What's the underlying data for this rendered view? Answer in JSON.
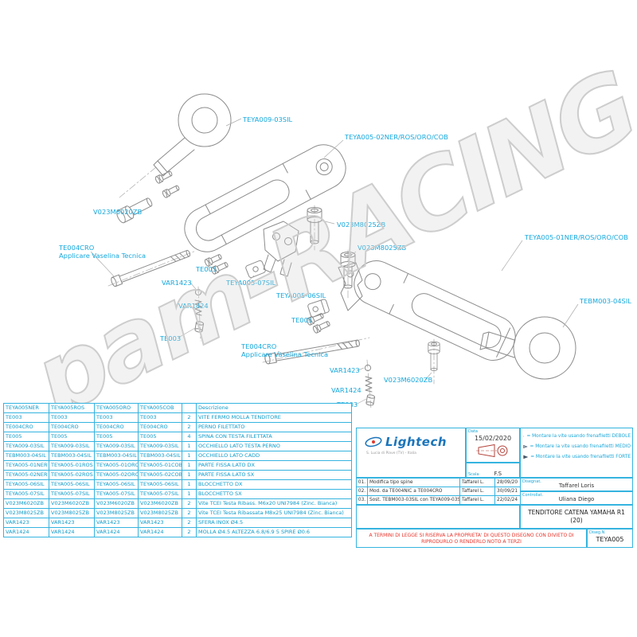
{
  "watermark": "pam-RACING",
  "colors": {
    "accent_cyan": "#1ba7d8",
    "table_border_cyan": "#35b4e0",
    "alert_red": "#e8332a",
    "drawing_gray": "#8c8c8c",
    "watermark_gray": "#cdcdcd",
    "logo_blue": "#1b75bb"
  },
  "diagram": {
    "labels": [
      "TEYA009-03SIL",
      "TEYA005-02NER/ROS/ORO/COB",
      "V023M6020ZB",
      "V023M8025ZB",
      "TE004CRO",
      "Applicare Vaselina Tecnica",
      "TE005",
      "TEYA005-07SIL",
      "VAR1423",
      "VAR1424",
      "TE003",
      "TEYA005-06SIL",
      "TE005",
      "V023M8025ZB",
      "TEYA005-01NER/ROS/ORO/COB",
      "TEBM003-04SIL",
      "TE004CRO",
      "Applicare Vaselina Tecnica",
      "VAR1423",
      "V023M6020ZB",
      "VAR1424",
      "TE003"
    ]
  },
  "parts_table": {
    "headers": [
      "TEYA005NER",
      "TEYA005ROS",
      "TEYA005ORO",
      "TEYA005COB",
      "",
      "Descrizione"
    ],
    "rows": [
      [
        "TE003",
        "TE003",
        "TE003",
        "TE003",
        "2",
        "VITE FERMO MOLLA TENDITORE"
      ],
      [
        "TE004CRO",
        "TE004CRO",
        "TE004CRO",
        "TE004CRO",
        "2",
        "PERNO FILETTATO"
      ],
      [
        "TE005",
        "TE005",
        "TE005",
        "TE005",
        "4",
        "SPINA CON TESTA FILETTATA"
      ],
      [
        "TEYA009-03SIL",
        "TEYA009-03SIL",
        "TEYA009-03SIL",
        "TEYA009-03SIL",
        "1",
        "OCCHIELLO LATO TESTA PERNO"
      ],
      [
        "TEBM003-04SIL",
        "TEBM003-04SIL",
        "TEBM003-04SIL",
        "TEBM003-04SIL",
        "1",
        "OCCHIELLO LATO CADD"
      ],
      [
        "TEYA005-01NER",
        "TEYA005-01ROS",
        "TEYA005-01ORO",
        "TEYA005-01COB",
        "1",
        "PARTE FISSA LATO DX"
      ],
      [
        "TEYA005-02NER",
        "TEYA005-02ROS",
        "TEYA005-02ORO",
        "TEYA005-02COB",
        "1",
        "PARTE FISSA LATO SX"
      ],
      [
        "TEYA005-06SIL",
        "TEYA005-06SIL",
        "TEYA005-06SIL",
        "TEYA005-06SIL",
        "1",
        "BLOCCHETTO DX"
      ],
      [
        "TEYA005-07SIL",
        "TEYA005-07SIL",
        "TEYA005-07SIL",
        "TEYA005-07SIL",
        "1",
        "BLOCCHETTO SX"
      ],
      [
        "V023M6020ZB",
        "V023M6020ZB",
        "V023M6020ZB",
        "V023M6020ZB",
        "2",
        "Vite TCEI Testa Ribass. M6x20 UNI7984 (Zinc. Bianca)"
      ],
      [
        "V023M8025ZB",
        "V023M8025ZB",
        "V023M8025ZB",
        "V023M8025ZB",
        "2",
        "Vite TCEI Testa Ribassata M8x25 UNI7984 (Zinc. Bianca)"
      ],
      [
        "VAR1423",
        "VAR1423",
        "VAR1423",
        "VAR1423",
        "2",
        "SFERA INOX Ø4.5"
      ],
      [
        "VAR1424",
        "VAR1424",
        "VAR1424",
        "VAR1424",
        "2",
        "MOLLA Ø4.5 ALTEZZA 6.8/6.9 5 SPIRE Ø0.6"
      ]
    ]
  },
  "title_block": {
    "company": "Lightech",
    "company_sub": "S. Lucia di Piave (TV) - Italia",
    "date_label": "Data",
    "date": "15/02/2020",
    "scale_label": "Scala",
    "scale": "F.S",
    "notes": [
      "= Montare la vite usando frenafiletti DEBOLE",
      "= Montare la vite usando frenafiletti MEDIO",
      "= Montare la vite usando frenafiletti FORTE"
    ],
    "revisions": [
      [
        "01.",
        "Modifica tipo spine",
        "Taffarel L.",
        "28/09/20"
      ],
      [
        "02.",
        "Mod. da TE004NIC a TE004CRO",
        "Taffarel L.",
        "30/09/21"
      ],
      [
        "03.",
        "Sost. TEBM003-03SIL con TEYA009-03SIL",
        "Taffarel L.",
        "22/02/24"
      ]
    ],
    "drawn_label": "Disegnat.",
    "drawn_by": "Taffarel Loris",
    "approved_label": "Controllat.",
    "approved_by": "Uliana Diego",
    "title": "TENDITORE CATENA YAMAHA R1 (20)",
    "legal": "A TERMINI DI LEGGE SI RISERVA LA PROPRIETA' DI QUESTO DISEGNO CON DIVIETO DI RIPRODURLO O RENDERLO NOTO A TERZI",
    "drawing_number_label": "Diseg.N",
    "drawing_number": "TEYA005"
  }
}
